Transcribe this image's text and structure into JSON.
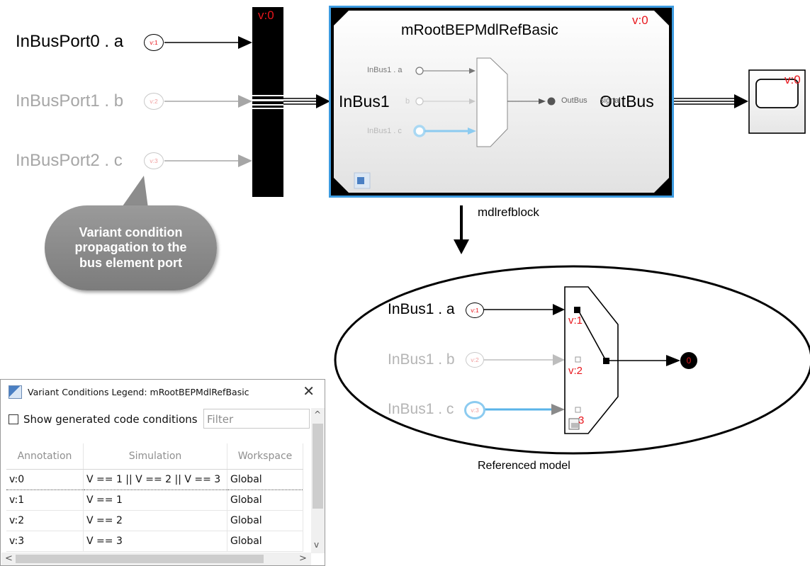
{
  "top_model": {
    "ports": [
      {
        "label": "InBusPort0 . a",
        "badge": "v:1",
        "active": true
      },
      {
        "label": "InBusPort1 . b",
        "badge": "v:2",
        "active": false
      },
      {
        "label": "InBusPort2 . c",
        "badge": "v:3",
        "active": false
      }
    ],
    "bus_creator_tag": "v:0",
    "model_block": {
      "title": "mRootBEPMdlRefBasic",
      "tag": "v:0",
      "in_label": "InBus1",
      "out_label": "OutBus",
      "inner_inputs": [
        "InBus1 . a",
        "b",
        "InBus1 . c"
      ],
      "inner_output": "OutBus",
      "inner_output_suffix": "signal"
    },
    "scope_tag": "v:0",
    "block_name": "mdlrefblock",
    "callout": "Variant condition propagation to the bus element port"
  },
  "referenced_model": {
    "caption": "Referenced model",
    "inputs": [
      {
        "label": "InBus1 . a",
        "badge": "v:1",
        "tag": "v:1",
        "active": true
      },
      {
        "label": "InBus1 . b",
        "badge": "v:2",
        "tag": "v:2",
        "active": false
      },
      {
        "label": "InBus1 . c",
        "badge": "v:3",
        "tag": "3",
        "active": false
      }
    ],
    "output_badge": "0"
  },
  "legend": {
    "title": "Variant Conditions Legend: mRootBEPMdlRefBasic",
    "checkbox_label": "Show generated code conditions",
    "filter_placeholder": "Filter",
    "columns": [
      "Annotation",
      "Simulation",
      "Workspace"
    ],
    "rows": [
      {
        "annotation": "v:0",
        "simulation": "V == 1 || V == 2 || V == 3",
        "workspace": "Global"
      },
      {
        "annotation": "v:1",
        "simulation": "V == 1",
        "workspace": "Global"
      },
      {
        "annotation": "v:2",
        "simulation": "V == 2",
        "workspace": "Global"
      },
      {
        "annotation": "v:3",
        "simulation": "V == 3",
        "workspace": "Global"
      }
    ]
  },
  "colors": {
    "variant_tag": "#e8161c",
    "highlight": "#5ab4e8",
    "block_border": "#3d9be0",
    "link": "#2626c9"
  }
}
